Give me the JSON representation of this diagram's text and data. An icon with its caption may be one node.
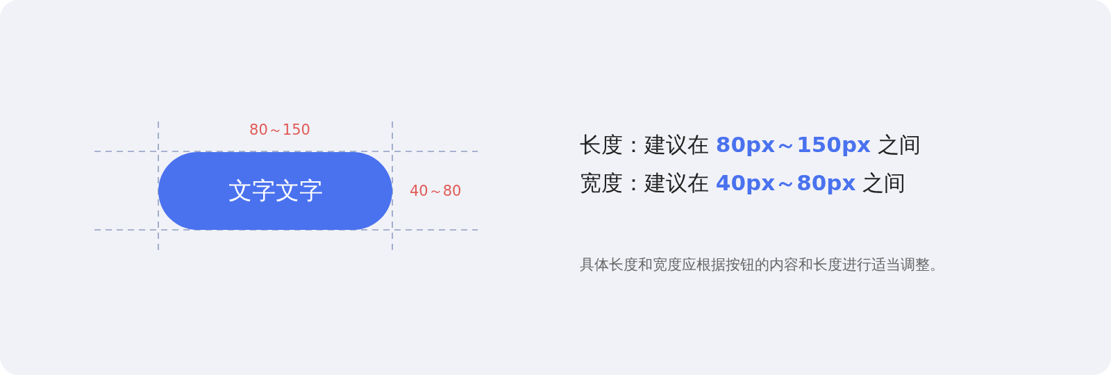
{
  "diagram": {
    "nodes": [
      {
        "text": [
          "文字文字"
        ]
      }
    ],
    "labels": [
      "80～150",
      "40～80",
      "长度：建议在 **80px～150px** 之间",
      "宽度：建议在 **40px～80px** 之间",
      "具体长度和宽度应根据按钮的内容和长度进行适当调整。"
    ]
  }
}
